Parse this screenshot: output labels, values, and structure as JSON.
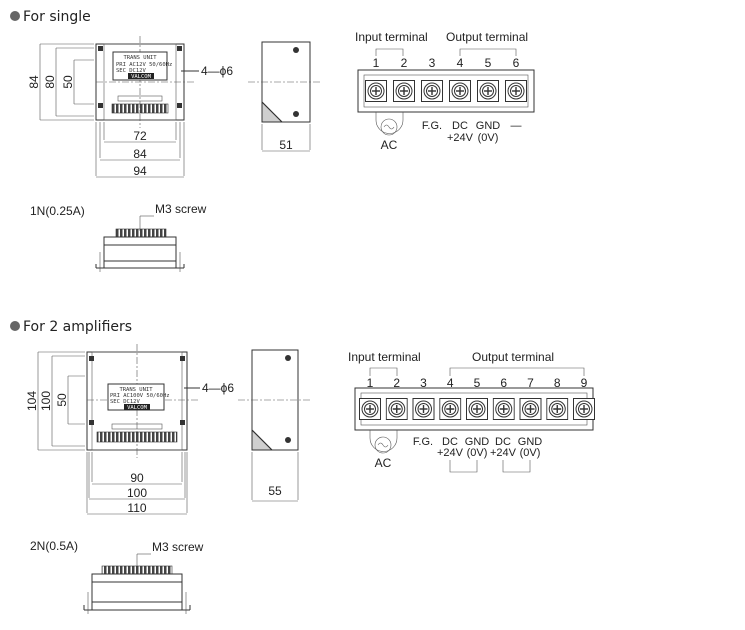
{
  "sections": [
    {
      "heading": "For single",
      "dims": {
        "w_outer": "94",
        "w_mid": "84",
        "w_inner": "72",
        "h_outer": "84",
        "h_inner": "50",
        "h_mid": "80",
        "depth": "51"
      },
      "hole_label": "4—ϕ6",
      "label_plate": {
        "line1": "TRANS UNIT",
        "line2": "PRI  AC12V 50/60Hz",
        "line3": "SEC  DC12V",
        "brand": "VALCOM"
      },
      "terminal": {
        "input_label": "Input terminal",
        "output_label": "Output terminal",
        "numbers": [
          "1",
          "2",
          "3",
          "4",
          "5",
          "6"
        ],
        "fg": "F.G.",
        "dc": "DC",
        "gnd": "GND",
        "dash": "—",
        "v24": "+24V",
        "v0": "(0V)",
        "ac": "AC"
      },
      "model": "1N(0.25A)",
      "screw": "M3 screw"
    },
    {
      "heading": "For 2 amplifiers",
      "dims": {
        "w_outer": "110",
        "w_mid": "100",
        "w_inner": "90",
        "h_outer": "104",
        "h_mid": "100",
        "h_inner": "50",
        "depth": "55"
      },
      "hole_label": "4—ϕ6",
      "label_plate": {
        "line1": "TRANS UNIT",
        "line2": "PRI  AC100V 50/60Hz",
        "line3": "SEC  DC12V",
        "brand": "VALCOM"
      },
      "terminal": {
        "input_label": "Input terminal",
        "output_label": "Output terminal",
        "numbers": [
          "1",
          "2",
          "3",
          "4",
          "5",
          "6",
          "7",
          "8",
          "9"
        ],
        "fg": "F.G.",
        "dc": "DC",
        "gnd": "GND",
        "v24": "+24V",
        "v0": "(0V)",
        "ac": "AC"
      },
      "model": "2N(0.5A)",
      "screw": "M3 screw"
    }
  ]
}
